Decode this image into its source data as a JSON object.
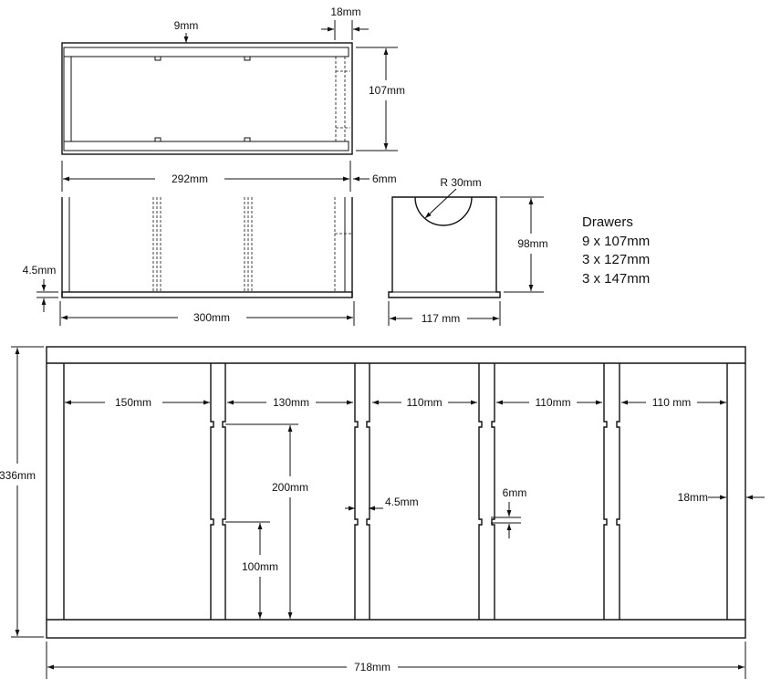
{
  "top_view": {
    "dims": {
      "divider_slot": "9mm",
      "side_thickness": "18mm",
      "depth": "107mm"
    }
  },
  "front_view": {
    "dims": {
      "inner_width": "292mm",
      "side_gap": "6mm",
      "base_thickness": "4.5mm",
      "outer_width": "300mm"
    }
  },
  "side_view": {
    "dims": {
      "radius": "R 30mm",
      "height": "98mm",
      "width": "117 mm"
    }
  },
  "drawers": {
    "title": "Drawers",
    "items": [
      "9 x 107mm",
      "3 x 127mm",
      "3 x 147mm"
    ]
  },
  "cabinet": {
    "dims": {
      "height": "336mm",
      "width": "718mm",
      "bay1": "150mm",
      "bay2": "130mm",
      "bay3": "110mm",
      "bay4": "110mm",
      "bay5": "110 mm",
      "slot_200": "200mm",
      "slot_100": "100mm",
      "notch_depth": "4.5mm",
      "notch_width": "6mm",
      "outer_thickness": "18mm"
    }
  }
}
